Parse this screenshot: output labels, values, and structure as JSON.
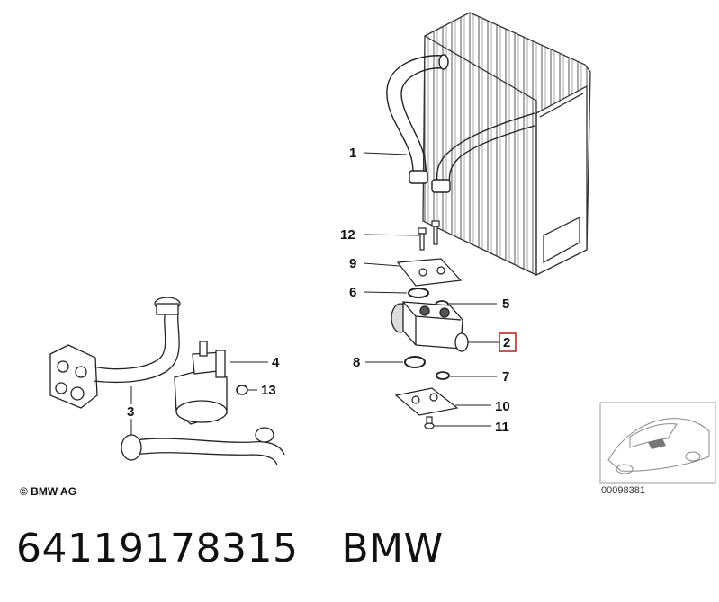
{
  "callouts": {
    "c1": "1",
    "c2": "2",
    "c3": "3",
    "c4": "4",
    "c5": "5",
    "c6": "6",
    "c7": "7",
    "c8": "8",
    "c9": "9",
    "c10": "10",
    "c11": "11",
    "c12": "12",
    "c13": "13"
  },
  "highlighted_callout": "2",
  "highlight_color": "#c0282d",
  "copyright": "© BMW AG",
  "thumbnail_code": "00098381",
  "footer": {
    "part_number": "64119178315",
    "brand": "BMW"
  }
}
